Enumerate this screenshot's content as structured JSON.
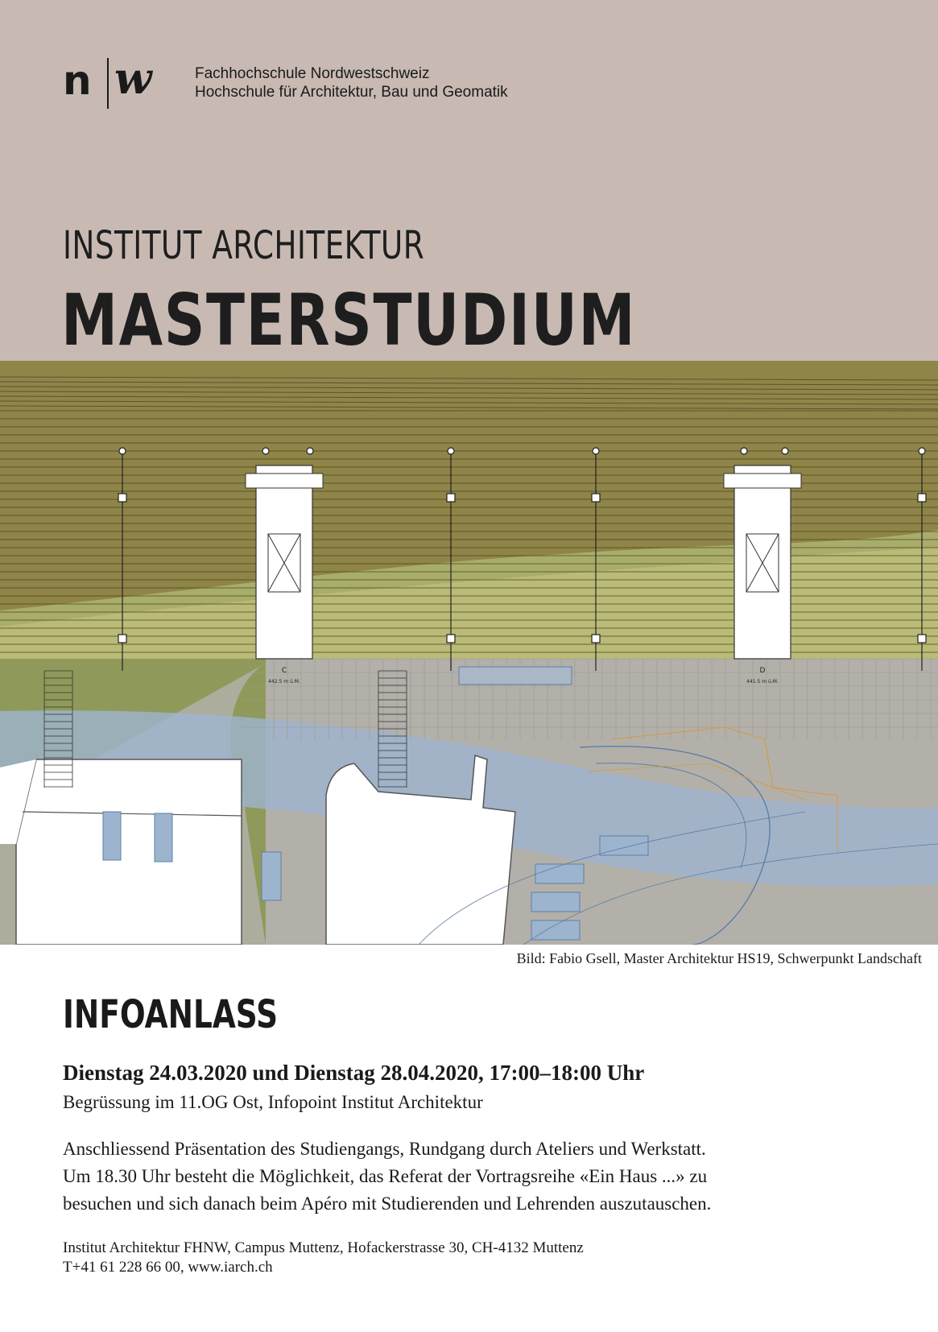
{
  "logo": {
    "n": "n",
    "w": "w"
  },
  "school": {
    "line1": "Fachhochschule Nordwestschweiz",
    "line2": "Hochschule für Architektur, Bau und Geomatik"
  },
  "title": {
    "institut": "INSTITUT ARCHITEKTUR",
    "program": "MASTERSTUDIUM"
  },
  "plan": {
    "label_c": "C",
    "elev_c": "442.5 m ü.M.",
    "label_d": "D",
    "elev_d": "441.5 m ü.M."
  },
  "caption": "Bild: Fabio Gsell, Master Architektur HS19, Schwerpunkt Landschaft",
  "event": {
    "heading": "INFOANLASS",
    "dates": "Dienstag 24.03.2020 und Dienstag 28.04.2020, 17:00–18:00 Uhr",
    "welcome": "Begrüssung im 11.OG Ost, Infopoint Institut Architektur",
    "description": [
      "Anschliessend Präsentation des Studiengangs, Rundgang durch Ateliers und Werkstatt.",
      "Um 18.30 Uhr besteht die Möglichkeit, das Referat der Vortragsreihe «Ein Haus ...» zu",
      "besuchen und sich danach beim Apéro mit Studierenden und Lehrenden auszutauschen."
    ]
  },
  "address": {
    "line1": "Institut Architektur FHNW, Campus Muttenz, Hofackerstrasse 30, CH-4132 Muttenz",
    "line2": "T+41 61 228 66 00, www.iarch.ch"
  },
  "colors": {
    "header_bg": "#c8bab3",
    "field_olive": "#8f8548",
    "plaza_grey": "#b3b0aa",
    "water_blue": "#9db4cf",
    "grass_green": "#a9ad6a"
  }
}
